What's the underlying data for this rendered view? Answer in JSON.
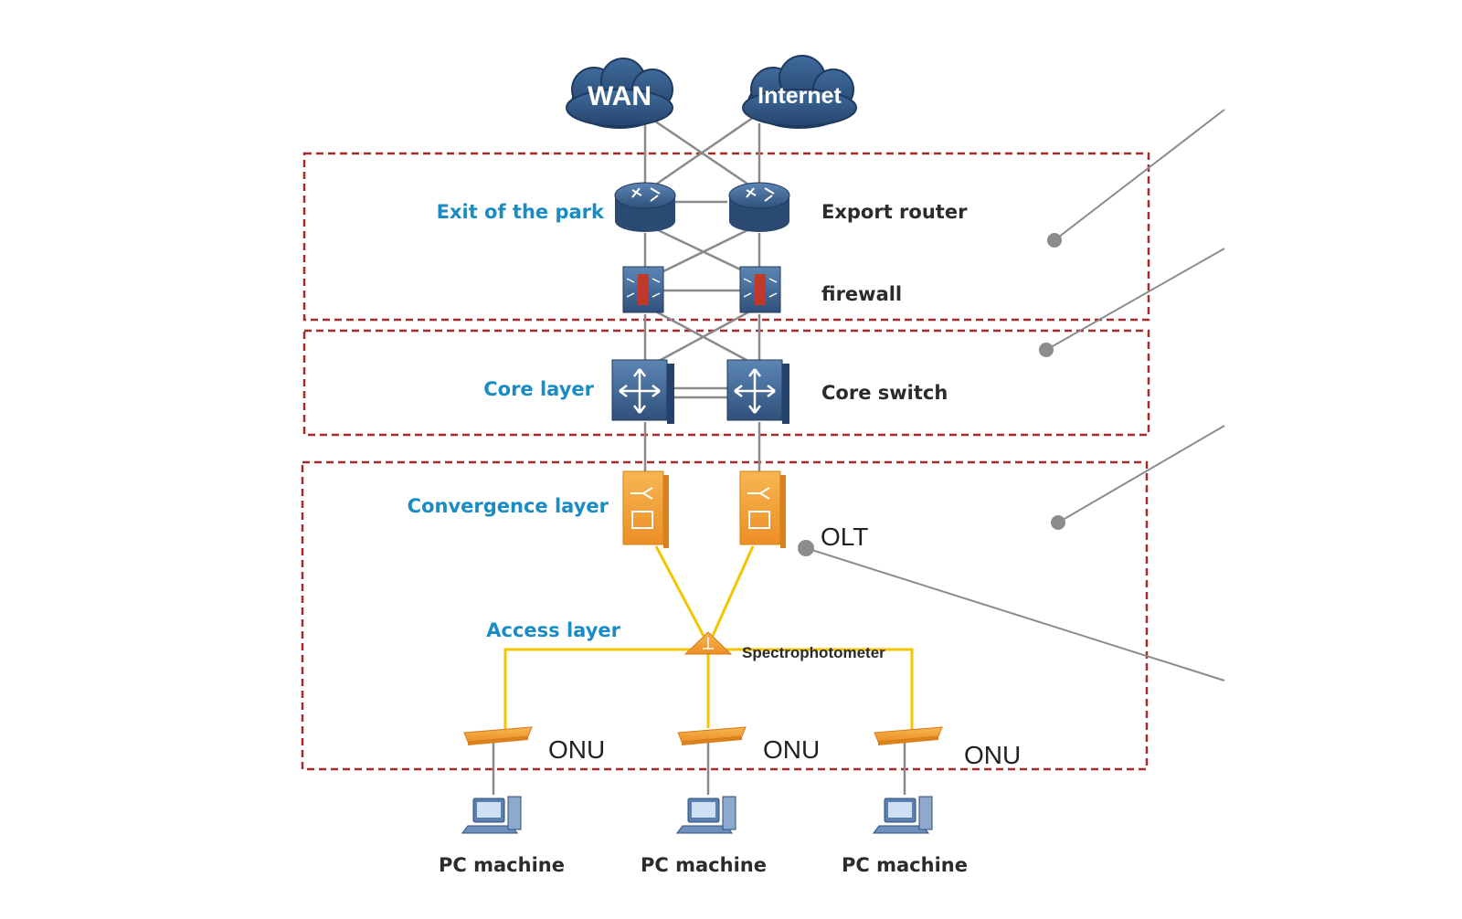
{
  "clouds": {
    "wan": "WAN",
    "internet": "Internet"
  },
  "labels": {
    "exit_of_park": "Exit of the park",
    "export_router": "Export router",
    "firewall": "firewall",
    "core_layer": "Core layer",
    "core_switch": "Core switch",
    "convergence_layer": "Convergence layer",
    "olt": "OLT",
    "access_layer": "Access layer",
    "spectrophotometer": "Spectrophotometer",
    "onu": [
      "ONU",
      "ONU",
      "ONU"
    ],
    "pc_machine": [
      "PC machine",
      "PC machine",
      "PC machine"
    ]
  },
  "colors": {
    "zone_border": "#a52a2a",
    "gray_link": "#8a8a8a",
    "fiber_link": "#f5c400",
    "device_blue": "#3f6491",
    "olt_orange": "#f2a33a",
    "label_blue": "#1a8cc3"
  },
  "icons": {
    "router": "router-icon",
    "firewall": "firewall-icon",
    "core_switch": "core-switch-icon",
    "olt": "olt-icon",
    "splitter": "splitter-icon",
    "onu": "onu-icon",
    "pc": "pc-icon"
  }
}
